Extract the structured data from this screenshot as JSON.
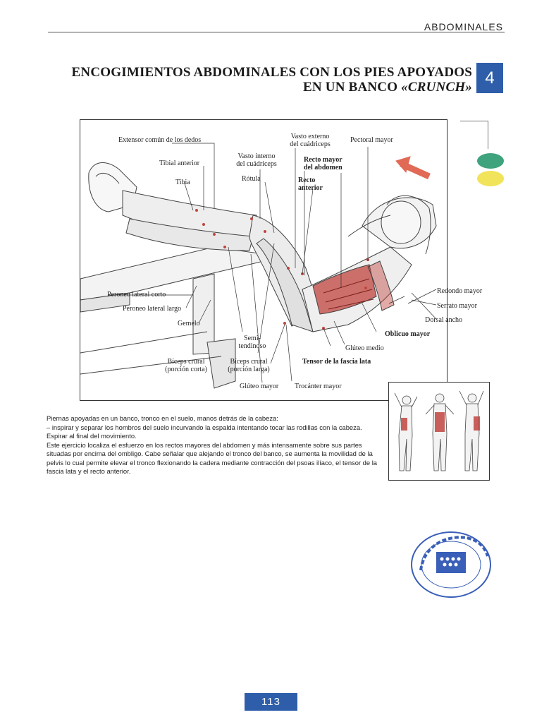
{
  "header": {
    "section": "ABDOMINALES"
  },
  "title": {
    "line1": "ENCOGIMIENTOS ABDOMINALES CON LOS PIES APOYADOS",
    "line2_main": "EN UN BANCO ",
    "line2_em": "«CRUNCH»"
  },
  "badge": {
    "number": "4"
  },
  "labels": {
    "extensor": "Extensor común de los dedos",
    "tibial": "Tibial anterior",
    "tibia": "Tibia",
    "vasto_interno_1": "Vasto interno",
    "vasto_interno_2": "del cuádriceps",
    "rotula": "Rótula",
    "vasto_externo_1": "Vasto externo",
    "vasto_externo_2": "del cuádriceps",
    "recto_mayor_1": "Recto mayor",
    "recto_mayor_2": "del abdomen",
    "recto_anterior_1": "Recto",
    "recto_anterior_2": "anterior",
    "pectoral": "Pectoral mayor",
    "peroneo_corto": "Peroneo lateral corto",
    "peroneo_largo": "Peroneo lateral largo",
    "gemelo": "Gemelo",
    "semi_1": "Semi-",
    "semi_2": "tendinoso",
    "biceps_corta_1": "Bíceps crural",
    "biceps_corta_2": "(porción corta)",
    "biceps_larga_1": "Bíceps crural",
    "biceps_larga_2": "(porción larga)",
    "gluteo_mayor": "Glúteo mayor",
    "trocanter": "Trocánter mayor",
    "tensor": "Tensor de la fascia lata",
    "gluteo_medio": "Glúteo medio",
    "oblicuo": "Oblicuo mayor",
    "dorsal": "Dorsal ancho",
    "serrato": "Serrato mayor",
    "redondo": "Redondo mayor"
  },
  "description": {
    "p1": "Piernas apoyadas en un banco, tronco en el suelo, manos detrás de la cabeza:",
    "p2": "– inspirar y separar los hombros del suelo incurvando la espalda intentando tocar las rodillas con la cabeza. Espirar al final del movimiento.",
    "p3": "Este ejercicio localiza el esfuerzo en los rectos mayores del abdomen y más intensamente sobre sus partes situadas por encima del ombligo. Cabe señalar que alejando el tronco del banco, se aumenta la movilidad de la pelvis lo cual permite elevar el tronco flexionando la cadera mediante contracción del psoas ilíaco, el tensor de la fascia lata y el recto anterior."
  },
  "colors": {
    "accent_blue": "#2e5ea9",
    "oval_green": "#3fa37d",
    "oval_yellow": "#f1e35a",
    "muscle_red": "#c0443e"
  },
  "page": {
    "number": "113"
  }
}
